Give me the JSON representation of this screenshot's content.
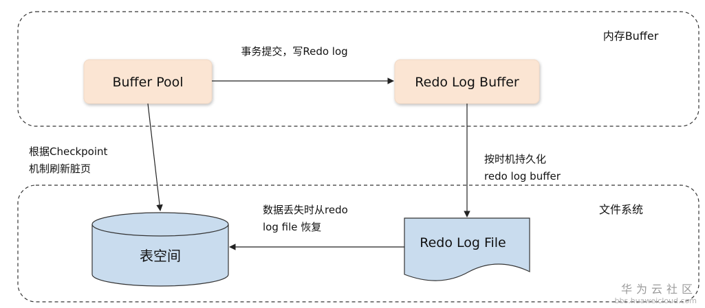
{
  "regions": {
    "memory_label": "内存Buffer",
    "filesystem_label": "文件系统"
  },
  "nodes": {
    "buffer_pool": "Buffer Pool",
    "redo_log_buffer": "Redo Log Buffer",
    "redo_log_file": "Redo Log File",
    "tablespace": "表空间"
  },
  "edges": {
    "commit": "事务提交，写Redo log",
    "checkpoint_line1": "根据Checkpoint",
    "checkpoint_line2": "机制刷新脏页",
    "persist_line1": "按时机持久化",
    "persist_line2": "redo log buffer",
    "recover_line1": "数据丢失时从redo",
    "recover_line2": "log file 恢复"
  },
  "watermark": {
    "title": "华为云社区",
    "url": "bbs.huaweicloud.com"
  },
  "colors": {
    "memory_node_fill": "#fbe5d3",
    "file_node_fill": "#c9dcee",
    "stroke": "#333333"
  }
}
